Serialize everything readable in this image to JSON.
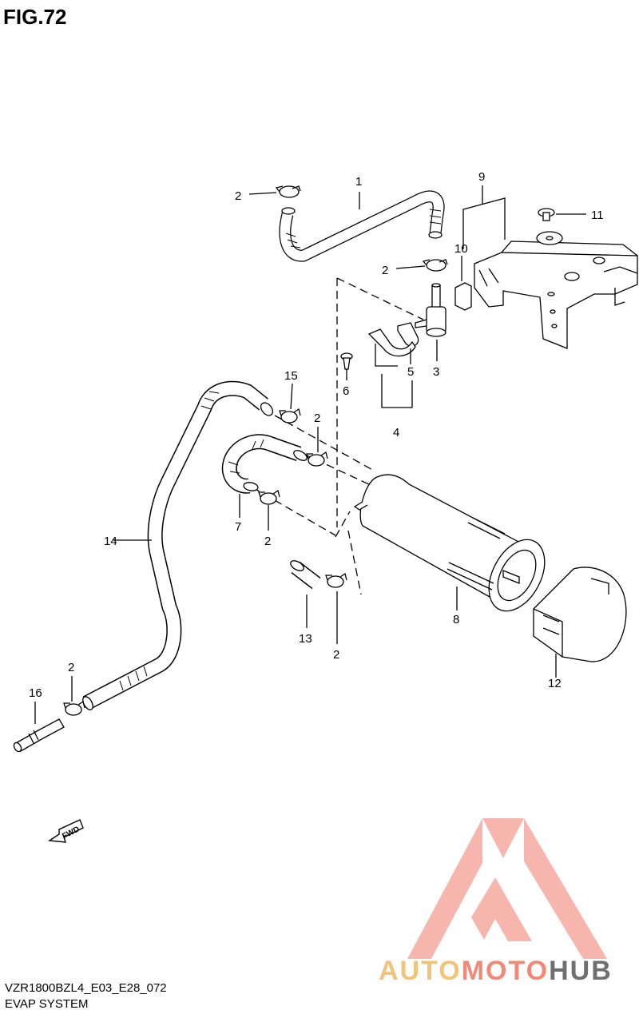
{
  "figure": {
    "title": "FIG.72",
    "code": "VZR1800BZL4_E03_E28_072",
    "name": "EVAP SYSTEM",
    "fwd_label": "FWD"
  },
  "callouts": {
    "c1": "1",
    "c2a": "2",
    "c2b": "2",
    "c2c": "2",
    "c2d": "2",
    "c2e": "2",
    "c2f": "2",
    "c3": "3",
    "c4": "4",
    "c5": "5",
    "c6": "6",
    "c7": "7",
    "c8": "8",
    "c9": "9",
    "c10": "10",
    "c11": "11",
    "c12": "12",
    "c13": "13",
    "c14": "14",
    "c15": "15",
    "c16": "16"
  },
  "brand": {
    "part1": "AUTO",
    "part2": "MOTO",
    "part3": "HUB",
    "colors": {
      "auto": "#f2c47a",
      "moto": "#f08a78",
      "hub": "#6f6f6f",
      "triangle": "#f07a6a"
    }
  }
}
